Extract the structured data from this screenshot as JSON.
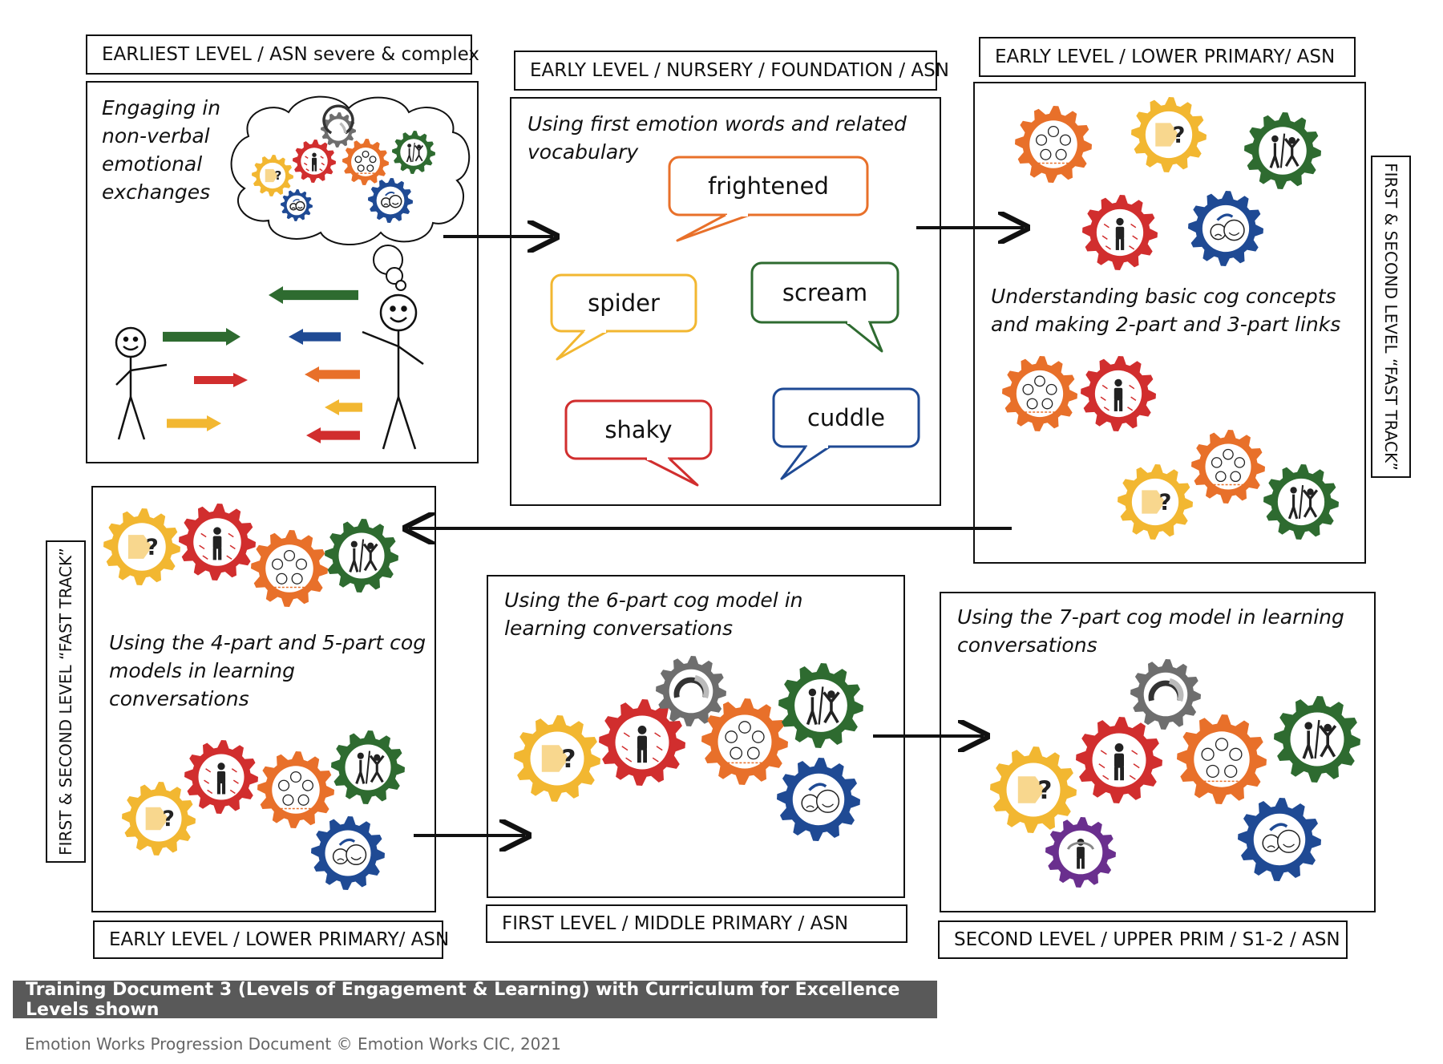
{
  "levels": {
    "p1": "EARLIEST LEVEL / ASN severe & complex",
    "p2": "EARLY LEVEL / NURSERY / FOUNDATION / ASN",
    "p3": "EARLY LEVEL / LOWER PRIMARY/ ASN",
    "p4": "EARLY LEVEL / LOWER PRIMARY/ ASN",
    "p5": "FIRST LEVEL / MIDDLE PRIMARY / ASN",
    "p6": "SECOND LEVEL / UPPER PRIM / S1-2 / ASN"
  },
  "fast_track": "FIRST & SECOND LEVEL “FAST TRACK”",
  "descriptions": {
    "p1": [
      "Engaging in",
      "non-verbal",
      "emotional",
      "exchanges"
    ],
    "p2": [
      "Using first emotion words and related",
      "vocabulary"
    ],
    "p3": [
      "Understanding basic cog concepts",
      "and making 2-part and 3-part links"
    ],
    "p4": [
      "Using the 4-part and 5-part cog",
      "models in learning",
      "conversations"
    ],
    "p5": [
      "Using the 6-part cog model in",
      "learning conversations"
    ],
    "p6": [
      "Using the 7-part cog model in learning",
      "conversations"
    ]
  },
  "words": [
    {
      "text": "frightened",
      "color": "#e8702a"
    },
    {
      "text": "spider",
      "color": "#f2b731"
    },
    {
      "text": "scream",
      "color": "#2e6b30"
    },
    {
      "text": "shaky",
      "color": "#d12e2e"
    },
    {
      "text": "cuddle",
      "color": "#1f4a94"
    }
  ],
  "cogs": [
    {
      "icon": "think-icon",
      "color": "#f2b731",
      "glyph": "?"
    },
    {
      "icon": "body-icon",
      "color": "#d12e2e"
    },
    {
      "icon": "feelings-icon",
      "color": "#e8702a"
    },
    {
      "icon": "behaviour-icon",
      "color": "#2e6b30"
    },
    {
      "icon": "regulation-icon",
      "color": "#1f4a94"
    },
    {
      "icon": "intensity-icon",
      "color": "#6e6e6e"
    },
    {
      "icon": "body-turn-icon",
      "color": "#6a2f8e"
    }
  ],
  "banner": "Training Document 3 (Levels of Engagement & Learning) with Curriculum for Excellence Levels shown",
  "footer": "Emotion Works Progression Document © Emotion Works CIC, 2021"
}
